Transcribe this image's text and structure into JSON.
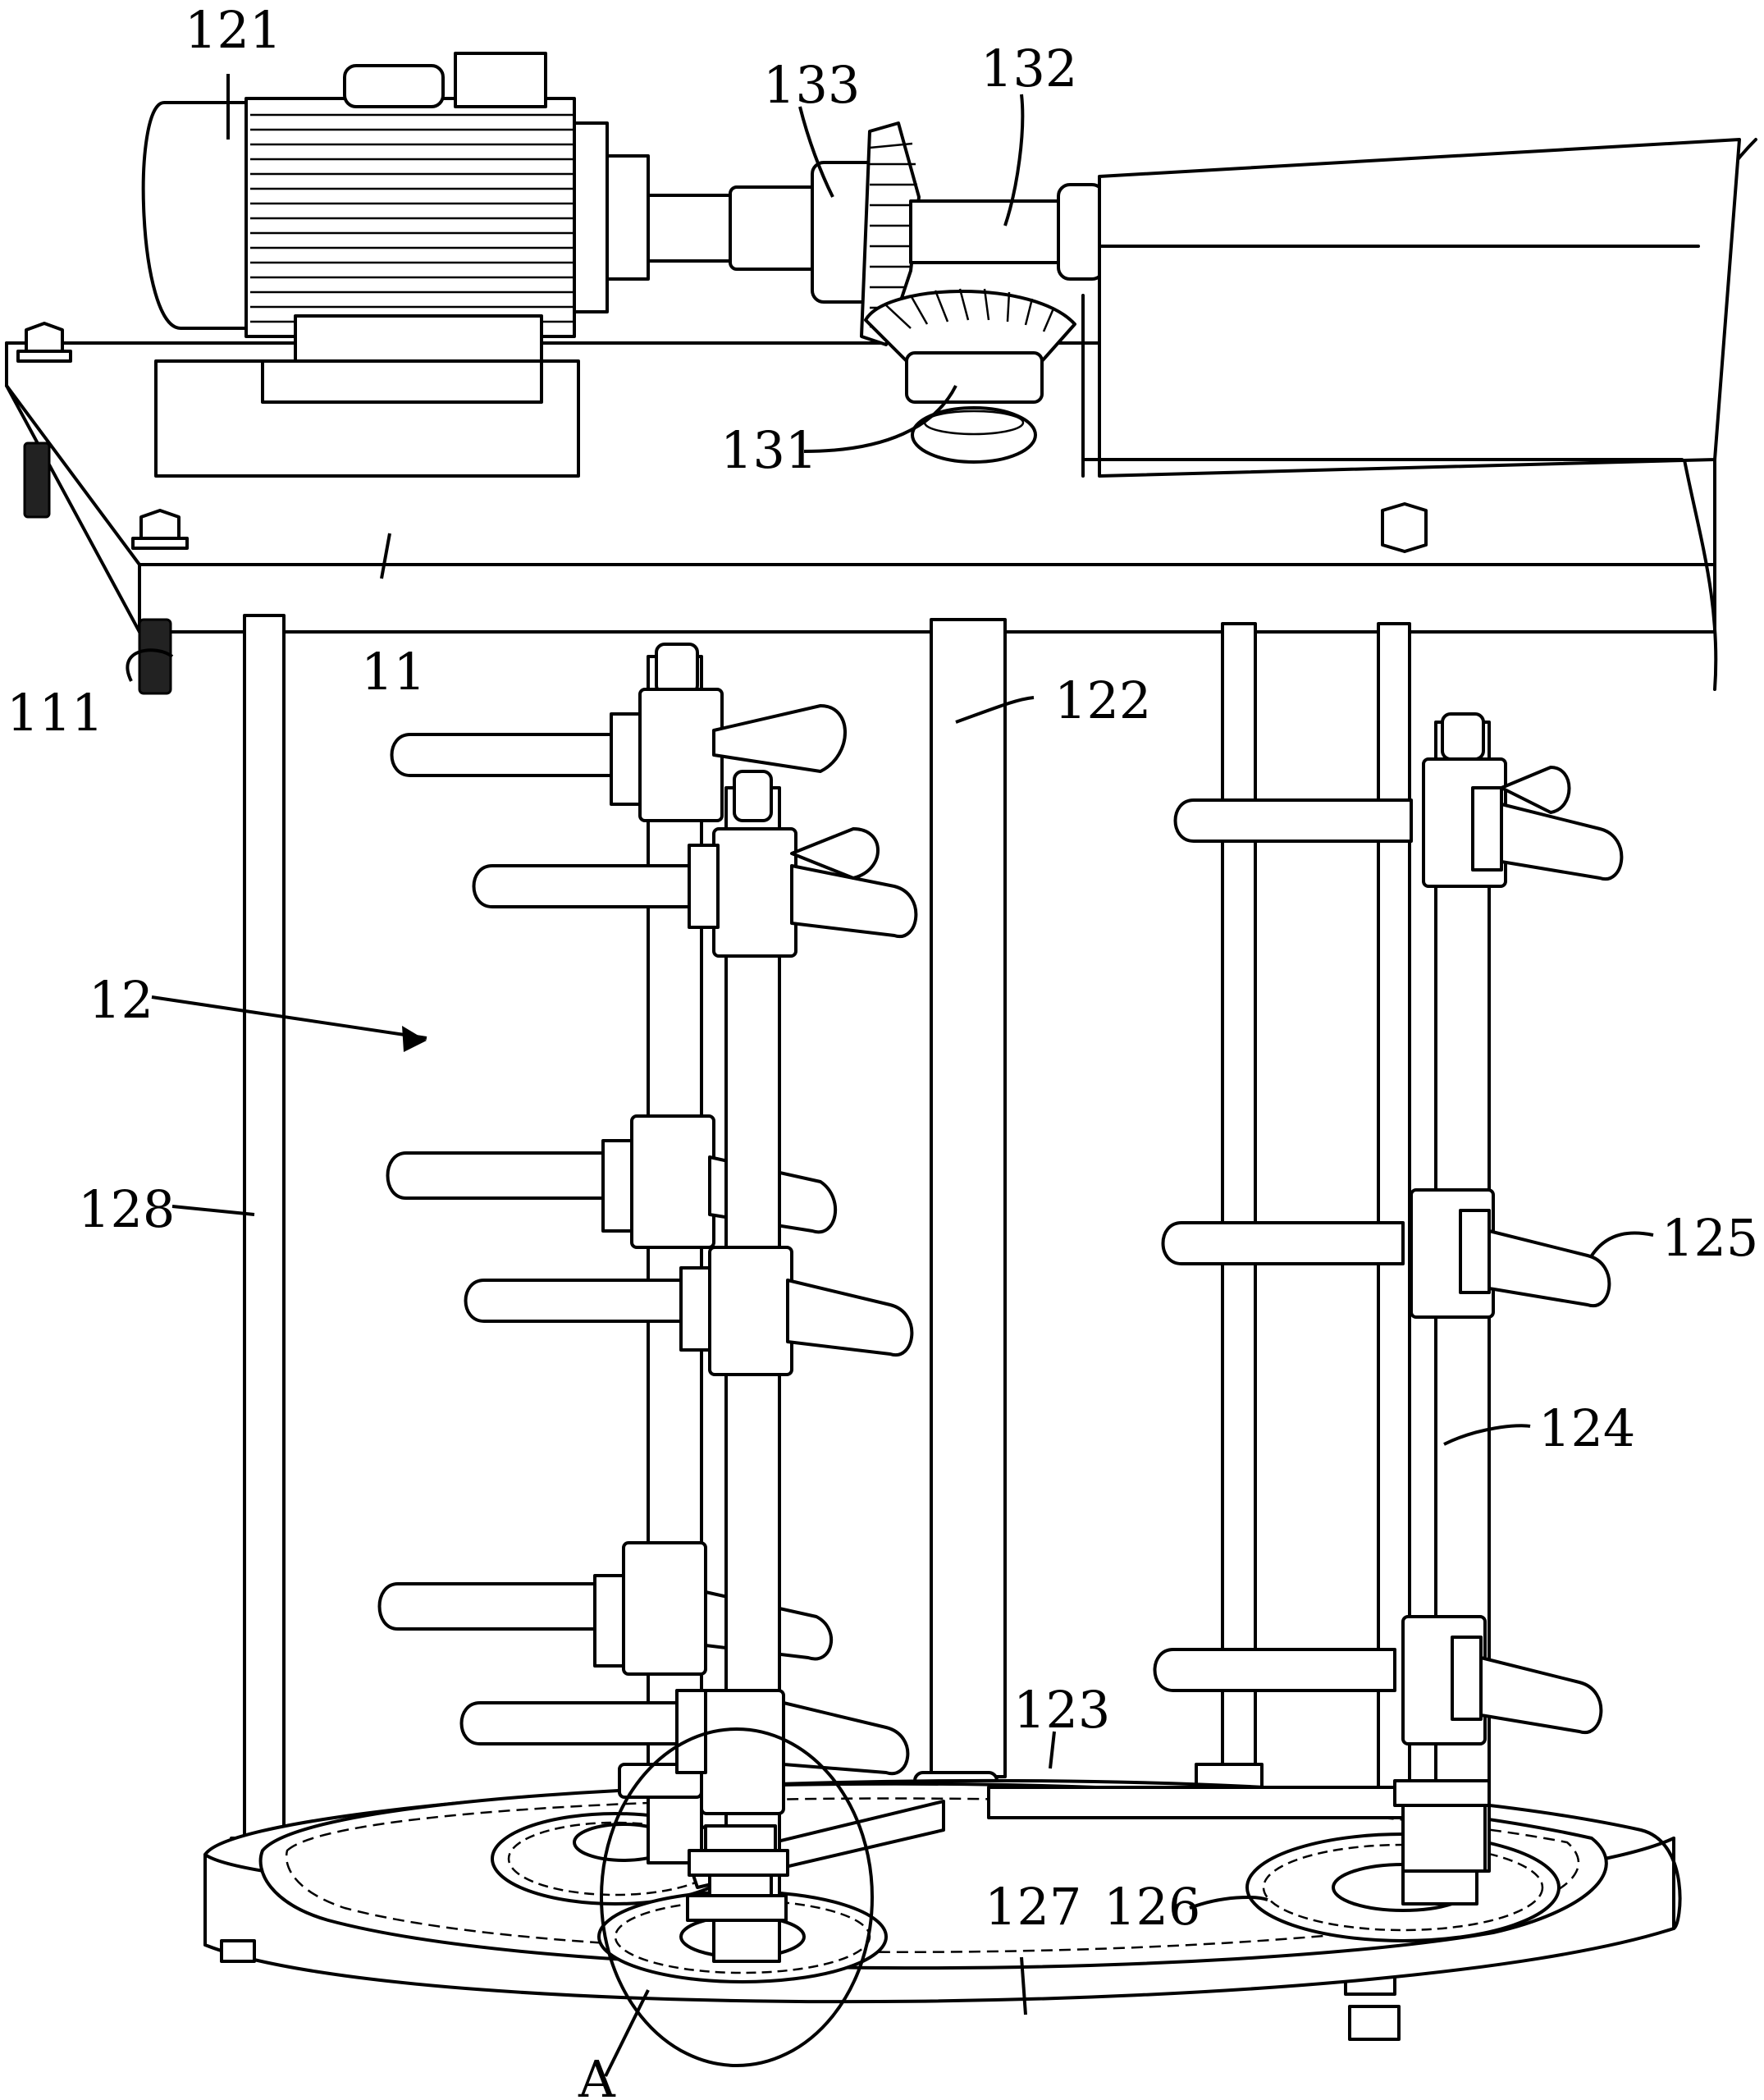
{
  "labels": {
    "l121": "121",
    "l133": "133",
    "l132": "132",
    "l131": "131",
    "l111": "111",
    "l11": "11",
    "l122": "122",
    "l12": "12",
    "l128": "128",
    "l125": "125",
    "l124": "124",
    "l123": "123",
    "l127": "127",
    "l126": "126",
    "lA": "A"
  }
}
